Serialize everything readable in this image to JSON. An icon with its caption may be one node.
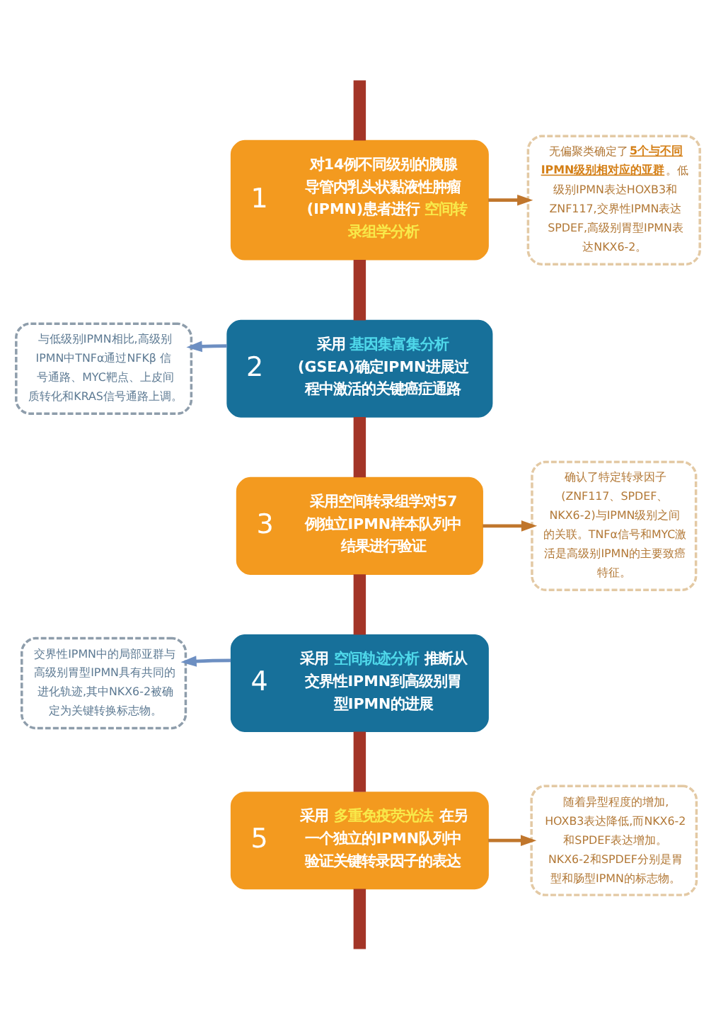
{
  "diagram": {
    "nodes": [
      {
        "text": [
          "1",
          "对14例不同级别的胰腺导管内乳头状黏液性肿瘤(IPMN)患者进行**空间转录组学分析**"
        ]
      },
      {
        "text": [
          "无偏聚类确定了**5个与不同IPMN级别相对应的亚群**。低级别IPMN表达HOXB3和ZNF117,交界性IPMN表达SPDEF,高级别胃型IPMN表达NKX6-2。"
        ]
      },
      {
        "text": [
          "与低级别IPMN相比,高级别IPMN中TNFα通过NFKβ 信号通路、MYC靶点、上皮间质转化和KRAS信号通路上调。"
        ]
      },
      {
        "text": [
          "2",
          "采用**基因集富集分析**(GSEA)确定IPMN进展过程中激活的关键癌症通路"
        ]
      },
      {
        "text": [
          "3",
          "采用空间转录组学对57例独立IPMN样本队列中结果进行验证"
        ]
      },
      {
        "text": [
          "确认了特定转录因子(ZNF117、SPDEF、NKX6-2)与IPMN级别之间的关联。TNFα信号和MYC激活是高级别IPMN的主要致癌特征。"
        ]
      },
      {
        "text": [
          "交界性IPMN中的局部亚群与高级别胃型IPMN具有共同的进化轨迹,其中NKX6-2被确定为关键转换标志物。"
        ]
      },
      {
        "text": [
          "4",
          "采用**空间轨迹分析**推断从交界性IPMN到高级别胃型IPMN的进展"
        ]
      },
      {
        "text": [
          "5",
          "采用**多重免疫荧光法**在另一个独立的IPMN队列中验证关键转录因子的表达"
        ]
      },
      {
        "text": [
          "随着异型程度的增加,HOXB3表达降低,而NKX6-2和SPDEF表达增加。NKX6-2和SPDEF分别是胃型和肠型IPMN的标志物。"
        ]
      }
    ],
    "edges": [
      {
        "from": null,
        "to": 0,
        "arrow": "none",
        "color": "#a33527"
      },
      {
        "from": 0,
        "to": 1,
        "arrow": "to",
        "color": "#c0762c"
      },
      {
        "from": 0,
        "to": 3,
        "arrow": "none",
        "color": "#a33527"
      },
      {
        "from": 3,
        "to": 2,
        "arrow": "to",
        "color": "#6d8fc2"
      },
      {
        "from": 3,
        "to": 4,
        "arrow": "none",
        "color": "#a33527"
      },
      {
        "from": 4,
        "to": 5,
        "arrow": "to",
        "color": "#c0762c"
      },
      {
        "from": 4,
        "to": 7,
        "arrow": "none",
        "color": "#a33527"
      },
      {
        "from": 7,
        "to": 6,
        "arrow": "to",
        "color": "#6d8fc2"
      },
      {
        "from": 7,
        "to": 8,
        "arrow": "none",
        "color": "#a33527"
      },
      {
        "from": 8,
        "to": 9,
        "arrow": "to",
        "color": "#c0762c"
      },
      {
        "from": 8,
        "to": null,
        "arrow": "none",
        "color": "#a33527"
      }
    ]
  }
}
